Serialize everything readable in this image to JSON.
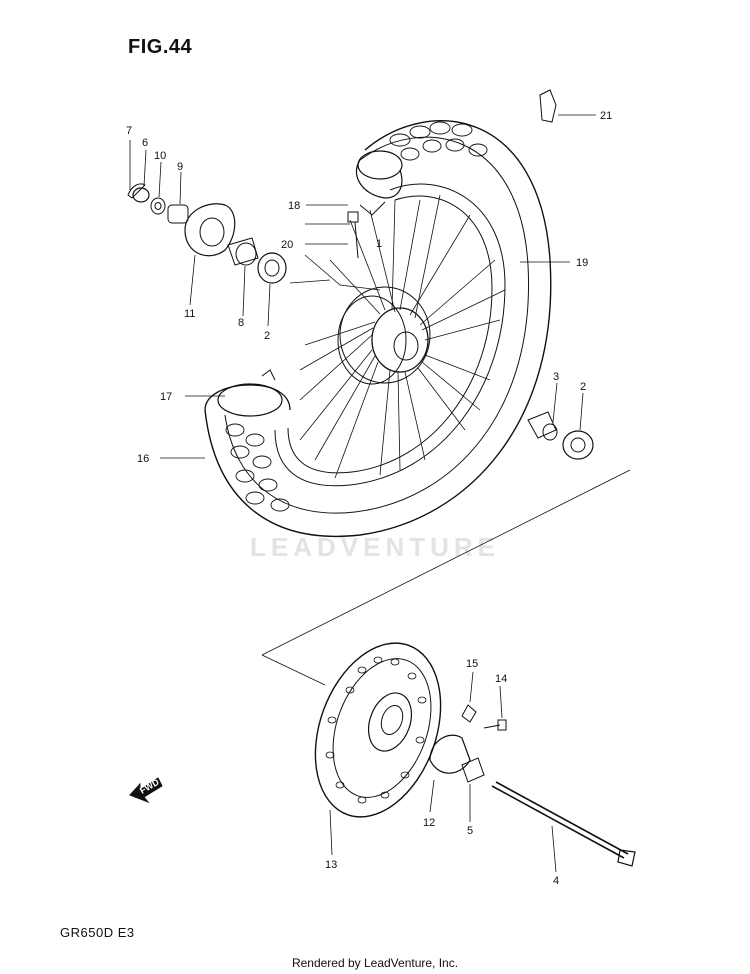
{
  "header": {
    "figure_title": "FIG.44"
  },
  "footer": {
    "model_code": "GR650D  E3",
    "credit": "Rendered by LeadVenture, Inc."
  },
  "watermark": {
    "text": "LEADVENTURE"
  },
  "direction_arrow": {
    "label": "FWD"
  },
  "callouts": [
    "1",
    "2",
    "2",
    "3",
    "4",
    "5",
    "6",
    "7",
    "8",
    "9",
    "10",
    "11",
    "12",
    "13",
    "14",
    "15",
    "16",
    "17",
    "18",
    "19",
    "20",
    "21"
  ],
  "colors": {
    "line": "#111111",
    "watermark": "#e3e3e3",
    "background": "#ffffff"
  }
}
